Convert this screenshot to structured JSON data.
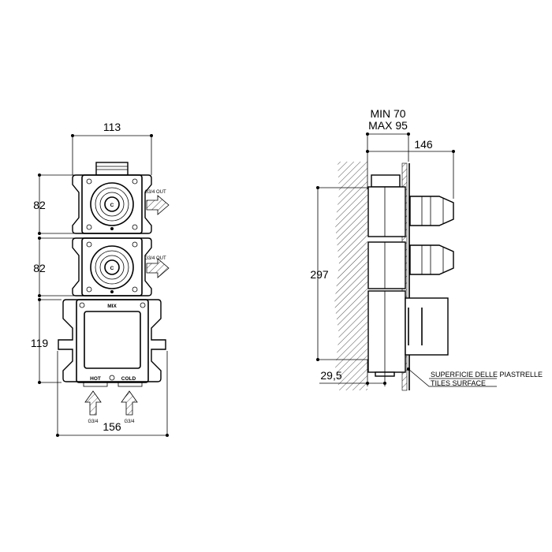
{
  "front_view": {
    "width_top": "113",
    "height_upper": "82",
    "height_middle": "82",
    "height_lower": "119",
    "width_bottom": "156",
    "outlet_upper": "G3/4 OUT",
    "outlet_lower": "G3/4 OUT",
    "label_mix": "MIX",
    "label_hot": "HOT",
    "label_cold": "COLD",
    "inlet_hot": "G3/4",
    "inlet_cold": "G3/4"
  },
  "side_view": {
    "depth_min": "MIN 70",
    "depth_max": "MAX 95",
    "depth_total": "146",
    "height_total": "297",
    "offset": "29,5",
    "tiles_it": "SUPERFICIE DELLE PIASTRELLE",
    "tiles_en": "TILES SURFACE"
  }
}
